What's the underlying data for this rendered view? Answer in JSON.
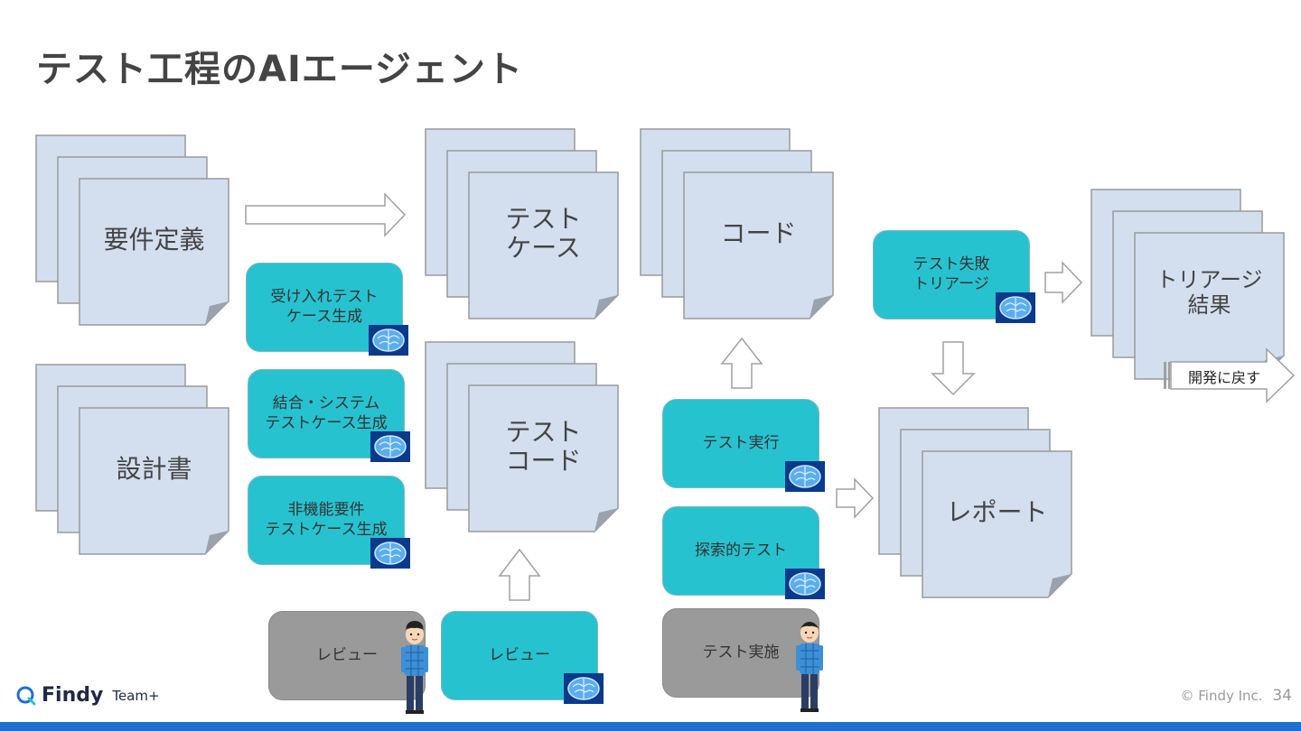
{
  "slide": {
    "title": "テスト工程のAIエージェント",
    "page_number": "34",
    "copyright": "© Findy Inc.",
    "logo_name": "Findy",
    "logo_sub": "Team+",
    "accent_color": "#27c2cf",
    "human_box_color": "#9a9a9a",
    "doc_color": "#d3dfef",
    "footer_bar_color": "#1f6fd0"
  },
  "documents": {
    "requirements": "要件定義",
    "design": "設計書",
    "test_case": [
      "テスト",
      "ケース"
    ],
    "test_code": [
      "テスト",
      "コード"
    ],
    "code": "コード",
    "report": "レポート",
    "triage_result": [
      "トリアージ",
      "結果"
    ]
  },
  "agents": {
    "acceptance_case": [
      "受け入れテスト",
      "ケース生成"
    ],
    "integration_case": [
      "結合・システム",
      "テストケース生成"
    ],
    "nonfunctional_case": [
      "非機能要件",
      "テストケース生成"
    ],
    "review_ai": "レビュー",
    "test_execution": "テスト実行",
    "exploratory_test": "探索的テスト",
    "failure_triage": [
      "テスト失敗",
      "トリアージ"
    ]
  },
  "humans": {
    "review": "レビュー",
    "test_run": "テスト実施"
  },
  "feedback": {
    "return_label": "開発に戻す"
  }
}
